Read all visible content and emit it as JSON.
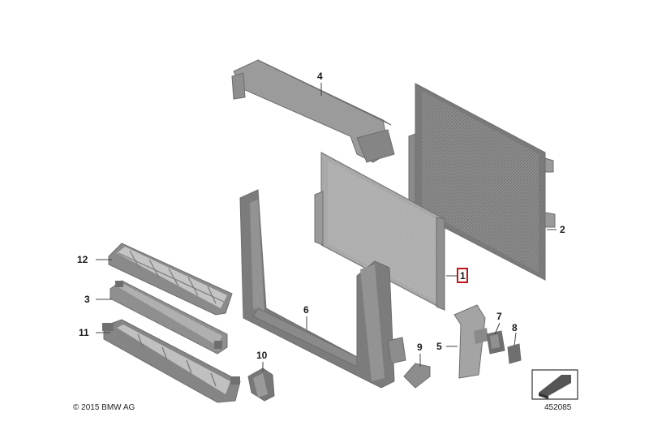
{
  "callouts": [
    {
      "id": "1",
      "label": "1",
      "highlighted": true
    },
    {
      "id": "2",
      "label": "2"
    },
    {
      "id": "3",
      "label": "3"
    },
    {
      "id": "4",
      "label": "4"
    },
    {
      "id": "5",
      "label": "5"
    },
    {
      "id": "6",
      "label": "6"
    },
    {
      "id": "7",
      "label": "7"
    },
    {
      "id": "8",
      "label": "8"
    },
    {
      "id": "9",
      "label": "9"
    },
    {
      "id": "10",
      "label": "10"
    },
    {
      "id": "11",
      "label": "11"
    },
    {
      "id": "12",
      "label": "12"
    }
  ],
  "footer": {
    "copyright": "© 2015 BMW AG",
    "diagram_number": "452085"
  },
  "colors": {
    "part_fill": "#9a9a9a",
    "part_dark": "#6e6e6e",
    "part_light": "#c8c8c8",
    "highlight_box": "#c0161b"
  }
}
